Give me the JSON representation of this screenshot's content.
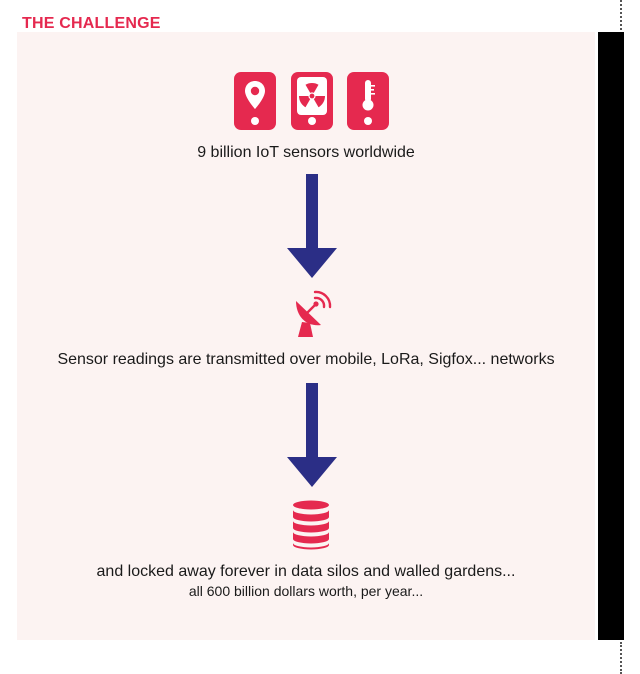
{
  "header": {
    "title": "THE CHALLENGE"
  },
  "colors": {
    "accent": "#e5294f",
    "arrow": "#2b2e86",
    "panel": "#fcf3f2"
  },
  "icons": {
    "sensors": [
      "location-pin-icon",
      "radiation-icon",
      "thermometer-icon"
    ],
    "antenna": "satellite-dish-icon",
    "storage": "database-icon",
    "flow": "arrow-down-icon"
  },
  "steps": {
    "sensors": "9 billion IoT sensors worldwide",
    "transmission": "Sensor readings are transmitted over mobile, LoRa, Sigfox... networks",
    "storage": "and locked away forever in data silos and walled gardens...",
    "value": "all 600 billion dollars worth, per year..."
  }
}
